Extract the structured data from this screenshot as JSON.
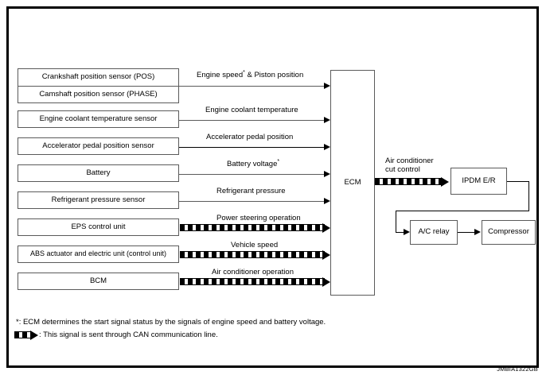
{
  "figure": {
    "id_label": "JMBIA1322GB",
    "title": "Air conditioner control system schematic"
  },
  "inputs": [
    {
      "name": "crankshaft-camshaft-sensors",
      "lines": [
        "Crankshaft position sensor (POS)",
        "Camshaft position sensor (PHASE)"
      ],
      "signal": "Engine speed",
      "signal_suffix": " & Piston position",
      "signal_asterisk": "*",
      "can": false
    },
    {
      "name": "engine-coolant-temperature-sensor",
      "lines": [
        "Engine coolant temperature sensor"
      ],
      "signal": "Engine coolant temperature",
      "signal_suffix": "",
      "signal_asterisk": "",
      "can": false
    },
    {
      "name": "accelerator-pedal-position-sensor",
      "lines": [
        "Accelerator pedal position sensor"
      ],
      "signal": "Accelerator pedal position",
      "signal_suffix": "",
      "signal_asterisk": "",
      "can": false
    },
    {
      "name": "battery",
      "lines": [
        "Battery"
      ],
      "signal": "Battery voltage",
      "signal_suffix": "",
      "signal_asterisk": "*",
      "can": false
    },
    {
      "name": "refrigerant-pressure-sensor",
      "lines": [
        "Refrigerant pressure sensor"
      ],
      "signal": "Refrigerant pressure",
      "signal_suffix": "",
      "signal_asterisk": "",
      "can": false
    },
    {
      "name": "eps-control-unit",
      "lines": [
        "EPS control unit"
      ],
      "signal": "Power steering operation",
      "signal_suffix": "",
      "signal_asterisk": "",
      "can": true
    },
    {
      "name": "abs-actuator-and-electric-unit",
      "lines": [
        "ABS actuator and electric unit (control unit)"
      ],
      "signal": "Vehicle speed",
      "signal_suffix": "",
      "signal_asterisk": "",
      "can": true
    },
    {
      "name": "bcm",
      "lines": [
        "BCM"
      ],
      "signal": "Air conditioner operation",
      "signal_suffix": "",
      "signal_asterisk": "",
      "can": true
    }
  ],
  "ecm": {
    "label": "ECM"
  },
  "output": {
    "signal_line1": "Air conditioner",
    "signal_line2": "cut control",
    "ipdm_label": "IPDM E/R",
    "relay_label": "A/C relay",
    "compressor_label": "Compressor"
  },
  "footnotes": {
    "asterisk_note": "*: ECM determines the start signal status by the signals of engine speed and battery voltage.",
    "can_note": ": This signal is sent through CAN communication line."
  },
  "colors": {
    "frame": "#000000",
    "box_border": "#5a5a5a",
    "wire": "#5a5a5a",
    "can_bus": "#000000",
    "background": "#ffffff"
  }
}
